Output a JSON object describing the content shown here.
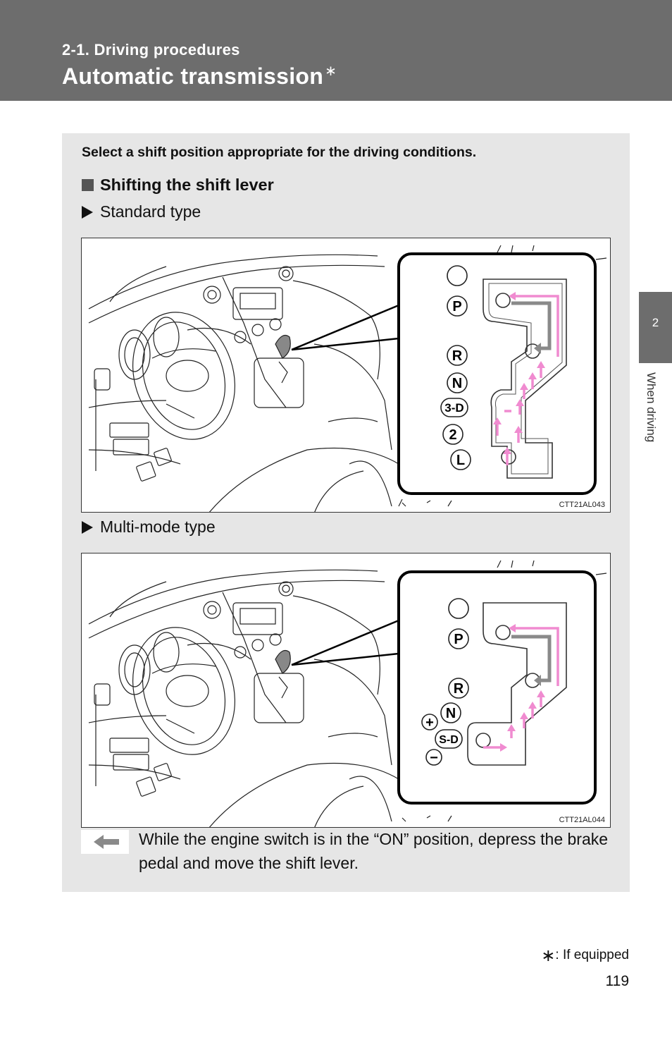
{
  "header": {
    "section": "2-1. Driving procedures",
    "title": "Automatic transmission",
    "title_mark": "∗"
  },
  "side_tab": {
    "number": "2",
    "label": "When driving"
  },
  "intro": "Select a shift position appropriate for the driving conditions.",
  "subheading": "Shifting the shift lever",
  "figures": [
    {
      "type_label": "Standard type",
      "code": "CTT21AL043",
      "positions": [
        "P",
        "R",
        "N",
        "3-D",
        "2",
        "L"
      ]
    },
    {
      "type_label": "Multi-mode type",
      "code": "CTT21AL044",
      "positions": [
        "P",
        "R",
        "N",
        "+",
        "S-D",
        "−"
      ]
    }
  ],
  "legend_note": "While the engine switch is in the “ON” position, depress the brake pedal and move the shift lever.",
  "footnote": {
    "mark": "∗",
    "text": ": If equipped"
  },
  "page_number": "119",
  "colors": {
    "header_bg": "#6d6d6d",
    "content_bg": "#e6e6e6",
    "arrow_pink": "#f08bd0",
    "arrow_gray": "#8a8a8a"
  }
}
